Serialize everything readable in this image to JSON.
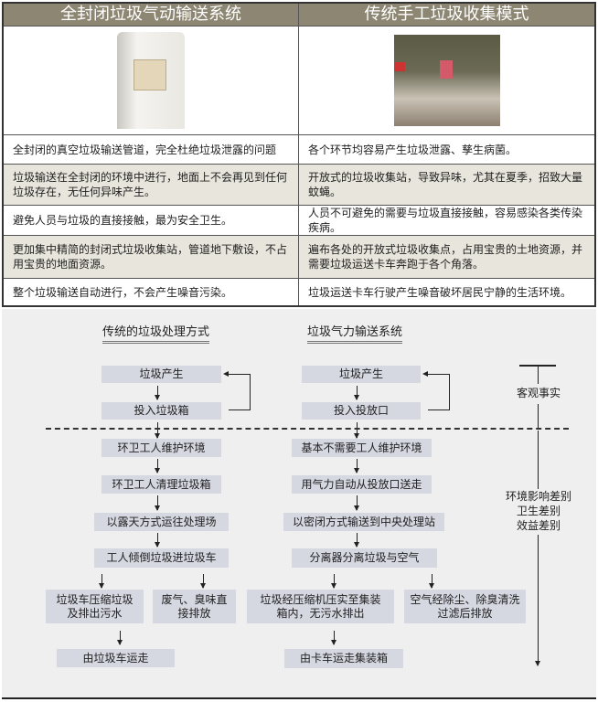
{
  "table": {
    "headers": [
      "全封闭垃圾气动输送系统",
      "传统手工垃圾收集模式"
    ],
    "images": [
      "closed-bin-photo",
      "manual-collection-photo"
    ],
    "rows": [
      [
        "全封闭的真空垃圾输送管道，完全杜绝垃圾泄露的问题",
        "各个环节均容易产生垃圾泄露、孳生病菌。"
      ],
      [
        "垃圾输送在全封闭的环境中进行，地面上不会再见到任何垃圾存在，无任何异味产生。",
        "开放式的垃圾收集站，导致异味，尤其在夏季，招致大量蚊蝇。"
      ],
      [
        "避免人员与垃圾的直接接触，最为安全卫生。",
        "人员不可避免的需要与垃圾直接接触，容易感染各类传染疾病。"
      ],
      [
        "更加集中精简的封闭式垃圾收集站，管道地下敷设，不占用宝贵的地面资源。",
        "遍布各处的开放式垃圾收集点，占用宝贵的土地资源，并需要垃圾运送卡车奔跑于各个角落。"
      ],
      [
        "整个垃圾输送自动进行，不会产生噪音污染。",
        "垃圾运送卡车行驶产生噪音破坏居民宁静的生活环境。"
      ]
    ]
  },
  "flow": {
    "left_title": "传统的垃圾处理方式",
    "right_title": "垃圾气力输送系统",
    "left": [
      "垃圾产生",
      "投入垃圾箱",
      "环卫工人维护环境",
      "环卫工人清理垃圾箱",
      "以露天方式运往处理场",
      "工人倾倒垃圾进垃圾车",
      "垃圾车压缩垃圾及排出污水",
      "废气、臭味直接排放",
      "由垃圾车运走"
    ],
    "right": [
      "垃圾产生",
      "投入投放口",
      "基本不需要工人维护环境",
      "用气力自动从投放口送走",
      "以密闭方式输送到中央处理站",
      "分离器分离垃圾与空气",
      "垃圾经压缩机压实至集装箱内，无污水排出",
      "空气经除尘、除臭清洗过滤后排放",
      "由卡车运走集装箱"
    ],
    "axis": {
      "top_label": "客观事实",
      "bottom_labels": [
        "环境影响差别",
        "卫生差别",
        "效益差别"
      ]
    }
  }
}
